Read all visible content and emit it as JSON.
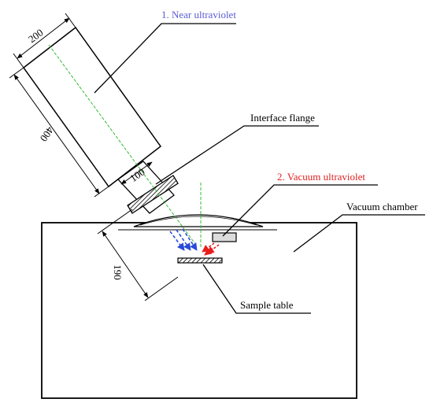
{
  "labels": {
    "near_uv": "1. Near ultraviolet",
    "interface_flange": "Interface flange",
    "vacuum_uv": "2. Vacuum ultraviolet",
    "vacuum_chamber": "Vacuum chamber",
    "sample_table": "Sample table"
  },
  "dimensions": {
    "lamp_width": "200",
    "lamp_length": "400",
    "neck_width": "100",
    "working_distance": "190"
  },
  "colors": {
    "near_uv_text": "#5b5bd6",
    "vacuum_uv_text": "#e02020",
    "axis_line": "#33bb33",
    "near_uv_rays": "#2a4ad8",
    "vacuum_uv_rays": "#e81c1c",
    "outline": "#000000"
  }
}
